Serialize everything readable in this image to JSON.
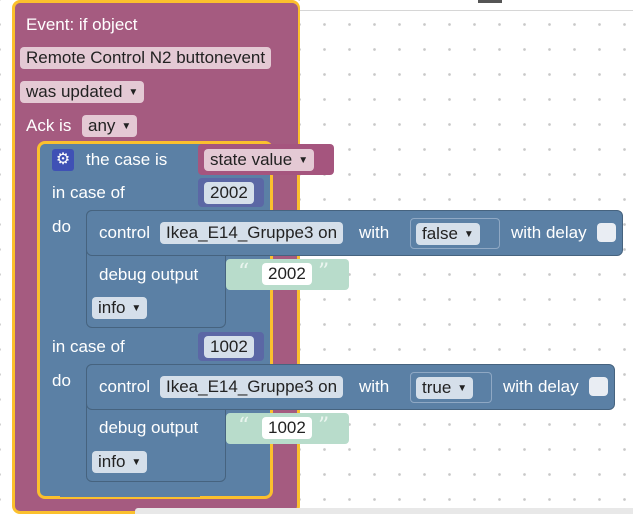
{
  "event": {
    "title": "Event: if object",
    "object_name": "Remote Control N2  buttonevent",
    "trigger": "was updated",
    "ack_label": "Ack is",
    "ack_value": "any"
  },
  "switch": {
    "label": "the case is",
    "input": "state value",
    "cases": [
      {
        "in_case_label": "in case of",
        "value": "2002",
        "do_label": "do",
        "control": {
          "label": "control",
          "device": "Ikea_E14_Gruppe3 on",
          "with_label": "with",
          "value": "false",
          "delay_label": "with delay"
        },
        "debug": {
          "label": "debug output",
          "text": "2002",
          "level": "info"
        }
      },
      {
        "in_case_label": "in case of",
        "value": "1002",
        "do_label": "do",
        "control": {
          "label": "control",
          "device": "Ikea_E14_Gruppe3 on",
          "with_label": "with",
          "value": "true",
          "delay_label": "with delay"
        },
        "debug": {
          "label": "debug output",
          "text": "1002",
          "level": "info"
        }
      }
    ]
  },
  "icons": {
    "gear": "gear-icon",
    "dropdown": "dropdown-arrow-icon",
    "quote_open": "“",
    "quote_close": "”",
    "arrow": "▼"
  },
  "colors": {
    "event_block": "#a55b80",
    "switch_block": "#5b80a5",
    "selection_outline": "#fbc02d",
    "number_block": "#5b67a5",
    "string_block": "#b8dccb"
  }
}
